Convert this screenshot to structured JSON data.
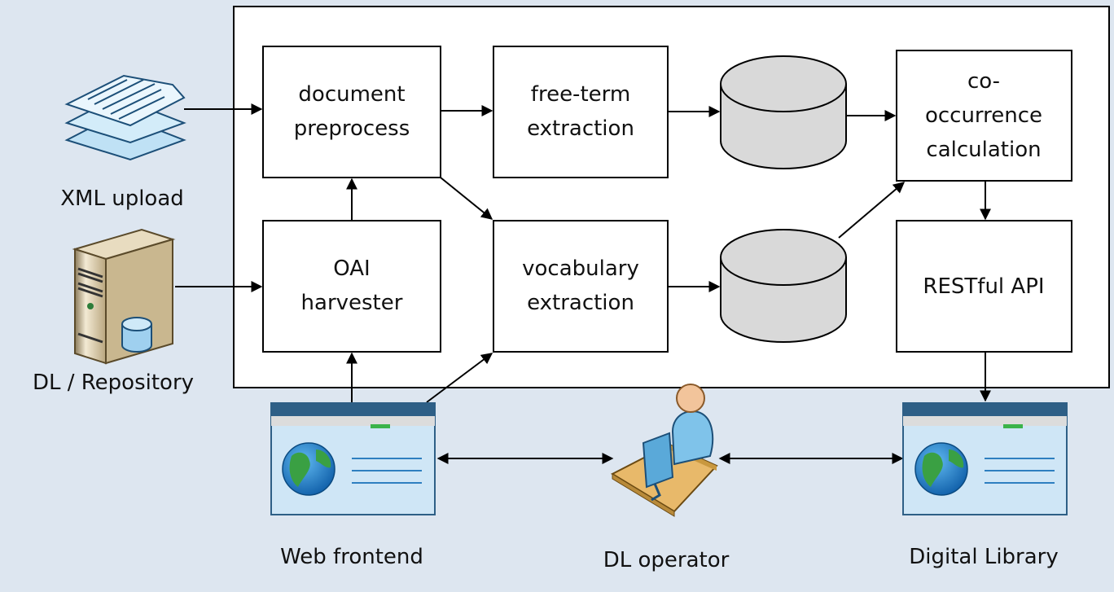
{
  "boxes": {
    "document_preprocess": [
      "document",
      "preprocess"
    ],
    "free_term_extraction": [
      "free-term",
      "extraction"
    ],
    "co_occurrence_calculation": [
      "co-",
      "occurrence",
      "calculation"
    ],
    "oai_harvester": [
      "OAI",
      "harvester"
    ],
    "vocabulary_extraction": [
      "vocabulary",
      "extraction"
    ],
    "restful_api": [
      "RESTful API"
    ]
  },
  "captions": {
    "xml_upload": "XML upload",
    "dl_repository": "DL / Repository",
    "web_frontend": "Web frontend",
    "dl_operator": "DL operator",
    "digital_library": "Digital Library"
  },
  "colors": {
    "background": "#dde6f0",
    "panel": "#ffffff",
    "box_border": "#000000",
    "database": "#d9d9d9",
    "window_titlebar": "#2e5f86",
    "window_body": "#cfe6f6",
    "globe_water": "#1f7fc8",
    "globe_land": "#3aa043",
    "person_shirt": "#7fc3ea",
    "desk": "#e8b96a"
  },
  "icons": [
    "xml-documents-icon",
    "server-icon",
    "database-icon",
    "browser-window-icon",
    "globe-icon",
    "operator-at-desk-icon"
  ]
}
